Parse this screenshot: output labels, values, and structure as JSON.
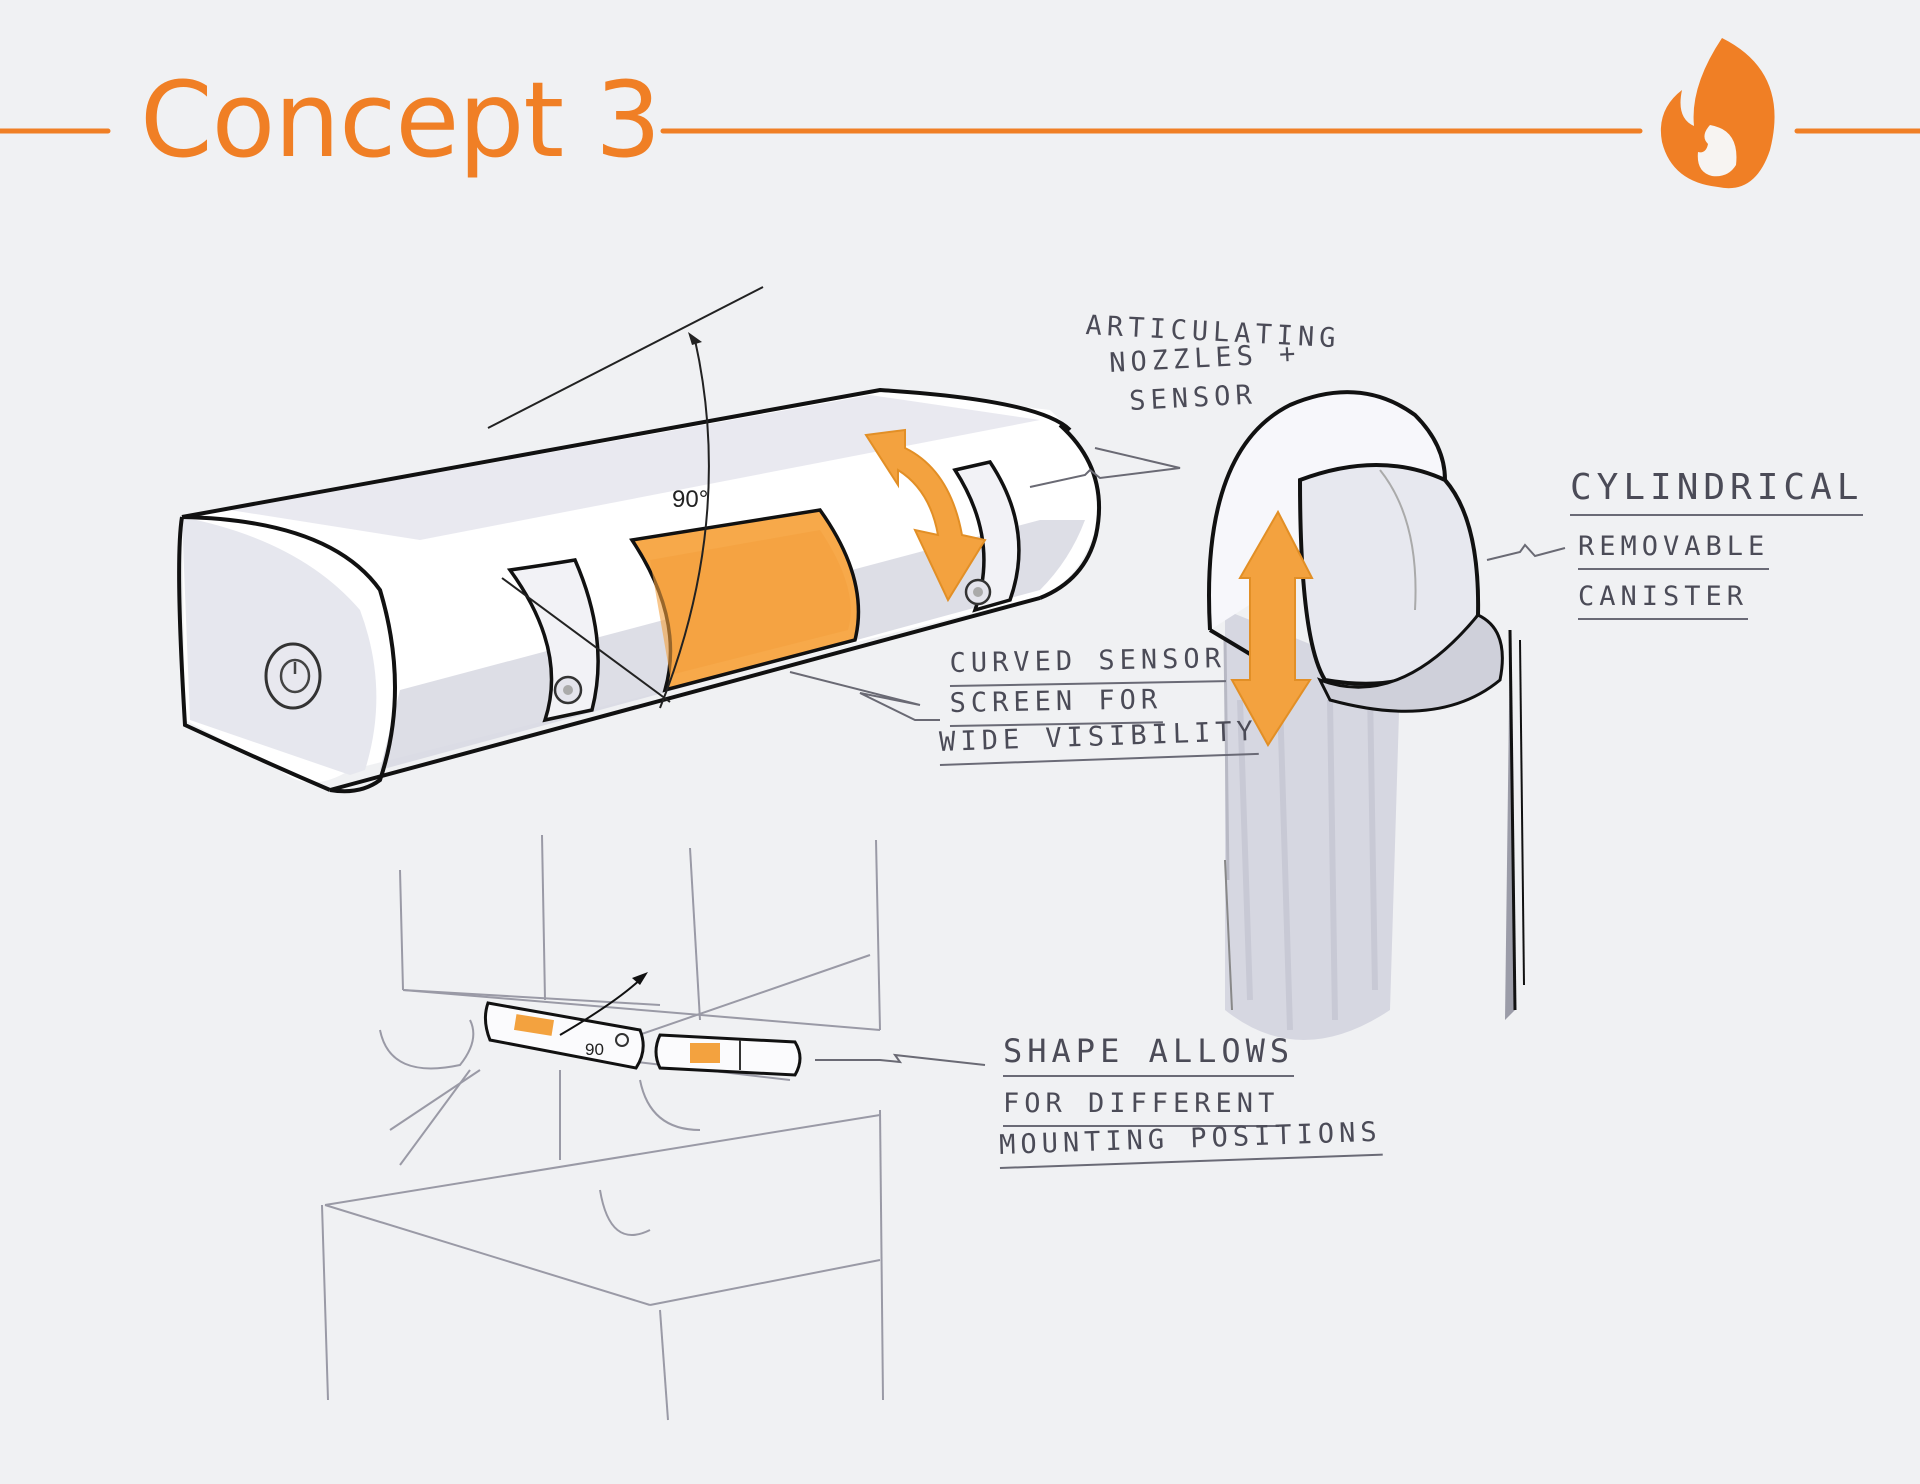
{
  "title": "Concept 3",
  "accent_color": "#f07f25",
  "icons": [
    "flame-icon"
  ],
  "angle_labels": {
    "main": "90°",
    "small": "90"
  },
  "annotations": {
    "nozzles": [
      "ARTICULATING",
      "NOZZLES +",
      "SENSOR"
    ],
    "canister": [
      "CYLINDRICAL",
      "REMOVABLE",
      "CANISTER"
    ],
    "screen": [
      "CURVED SENSOR",
      "SCREEN FOR",
      "WIDE VISIBILITY"
    ],
    "mounting": [
      "SHAPE ALLOWS",
      "FOR DIFFERENT",
      "MOUNTING POSITIONS"
    ]
  }
}
